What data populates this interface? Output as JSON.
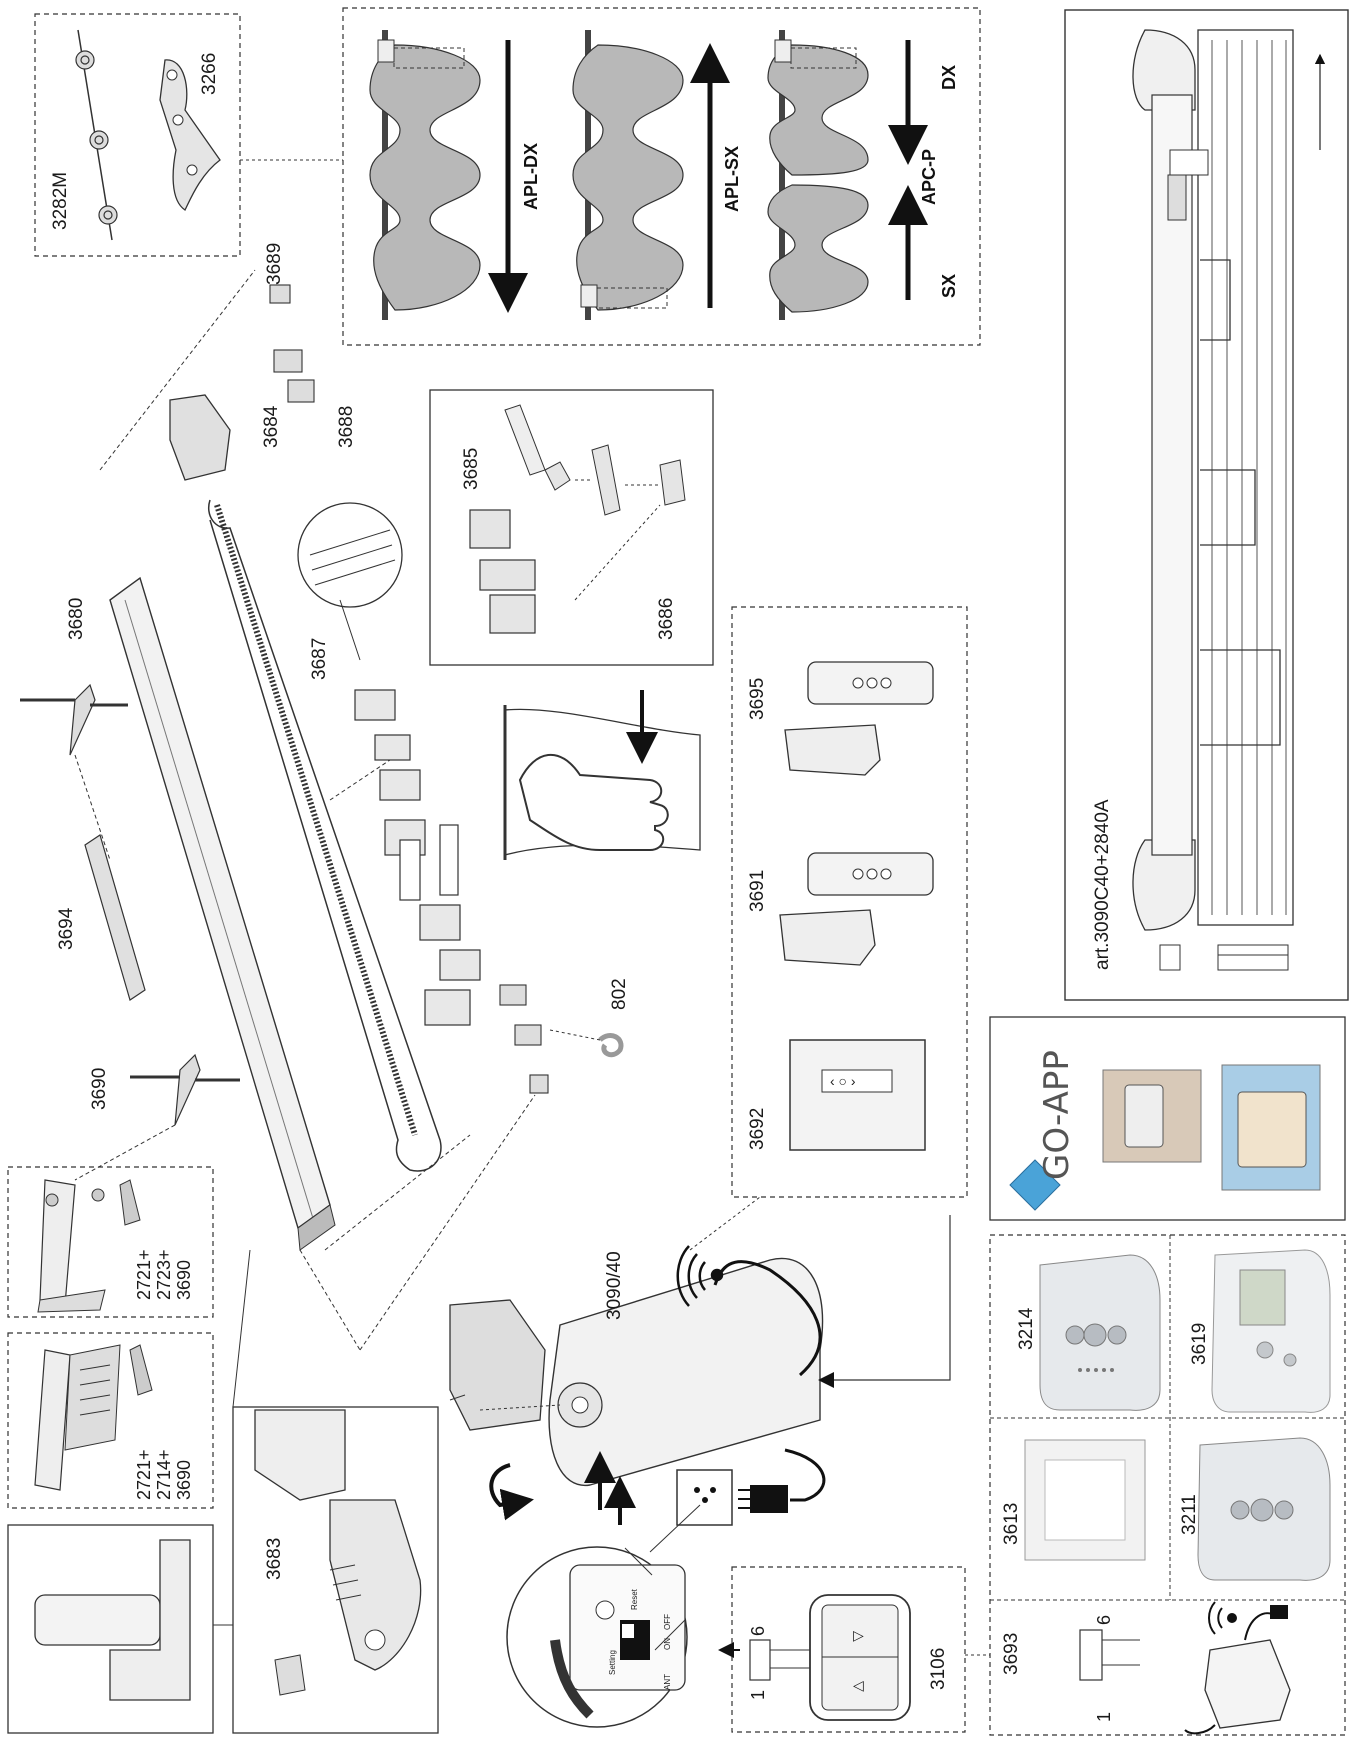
{
  "parts": {
    "p3282M": "3282M",
    "p3266": "3266",
    "p3689": "3689",
    "p3684": "3684",
    "p3688": "3688",
    "p3680": "3680",
    "p3687": "3687",
    "p3685": "3685",
    "p3686": "3686",
    "p3694": "3694",
    "p3690": "3690",
    "p802": "802",
    "p3695": "3695",
    "p3691": "3691",
    "p3692": "3692",
    "p2721a": "2721+",
    "p2723": "2723+",
    "p3690a": "3690",
    "p2721b": "2721+",
    "p2714": "2714+",
    "p3690b": "3690",
    "p3683": "3683",
    "p3090_40": "3090/40",
    "p3106": "3106",
    "p3693": "3693",
    "p3613": "3613",
    "p3211": "3211",
    "p3214": "3214",
    "p3619": "3619"
  },
  "curtain_modes": {
    "apl_dx": "APL-DX",
    "apl_sx": "APL-SX",
    "apc_p": "APC-P",
    "dx": "DX",
    "sx": "SX"
  },
  "article_label": "art.3090C40+2840A",
  "app_name": "GO-APP",
  "pins": {
    "six_a": "6",
    "one_a": "1",
    "six_b": "6",
    "one_b": "1"
  },
  "motor_panel": {
    "reset": "Reset",
    "setting": "Setting",
    "on": "ON",
    "off": "OFF",
    "ant": "ANT"
  }
}
